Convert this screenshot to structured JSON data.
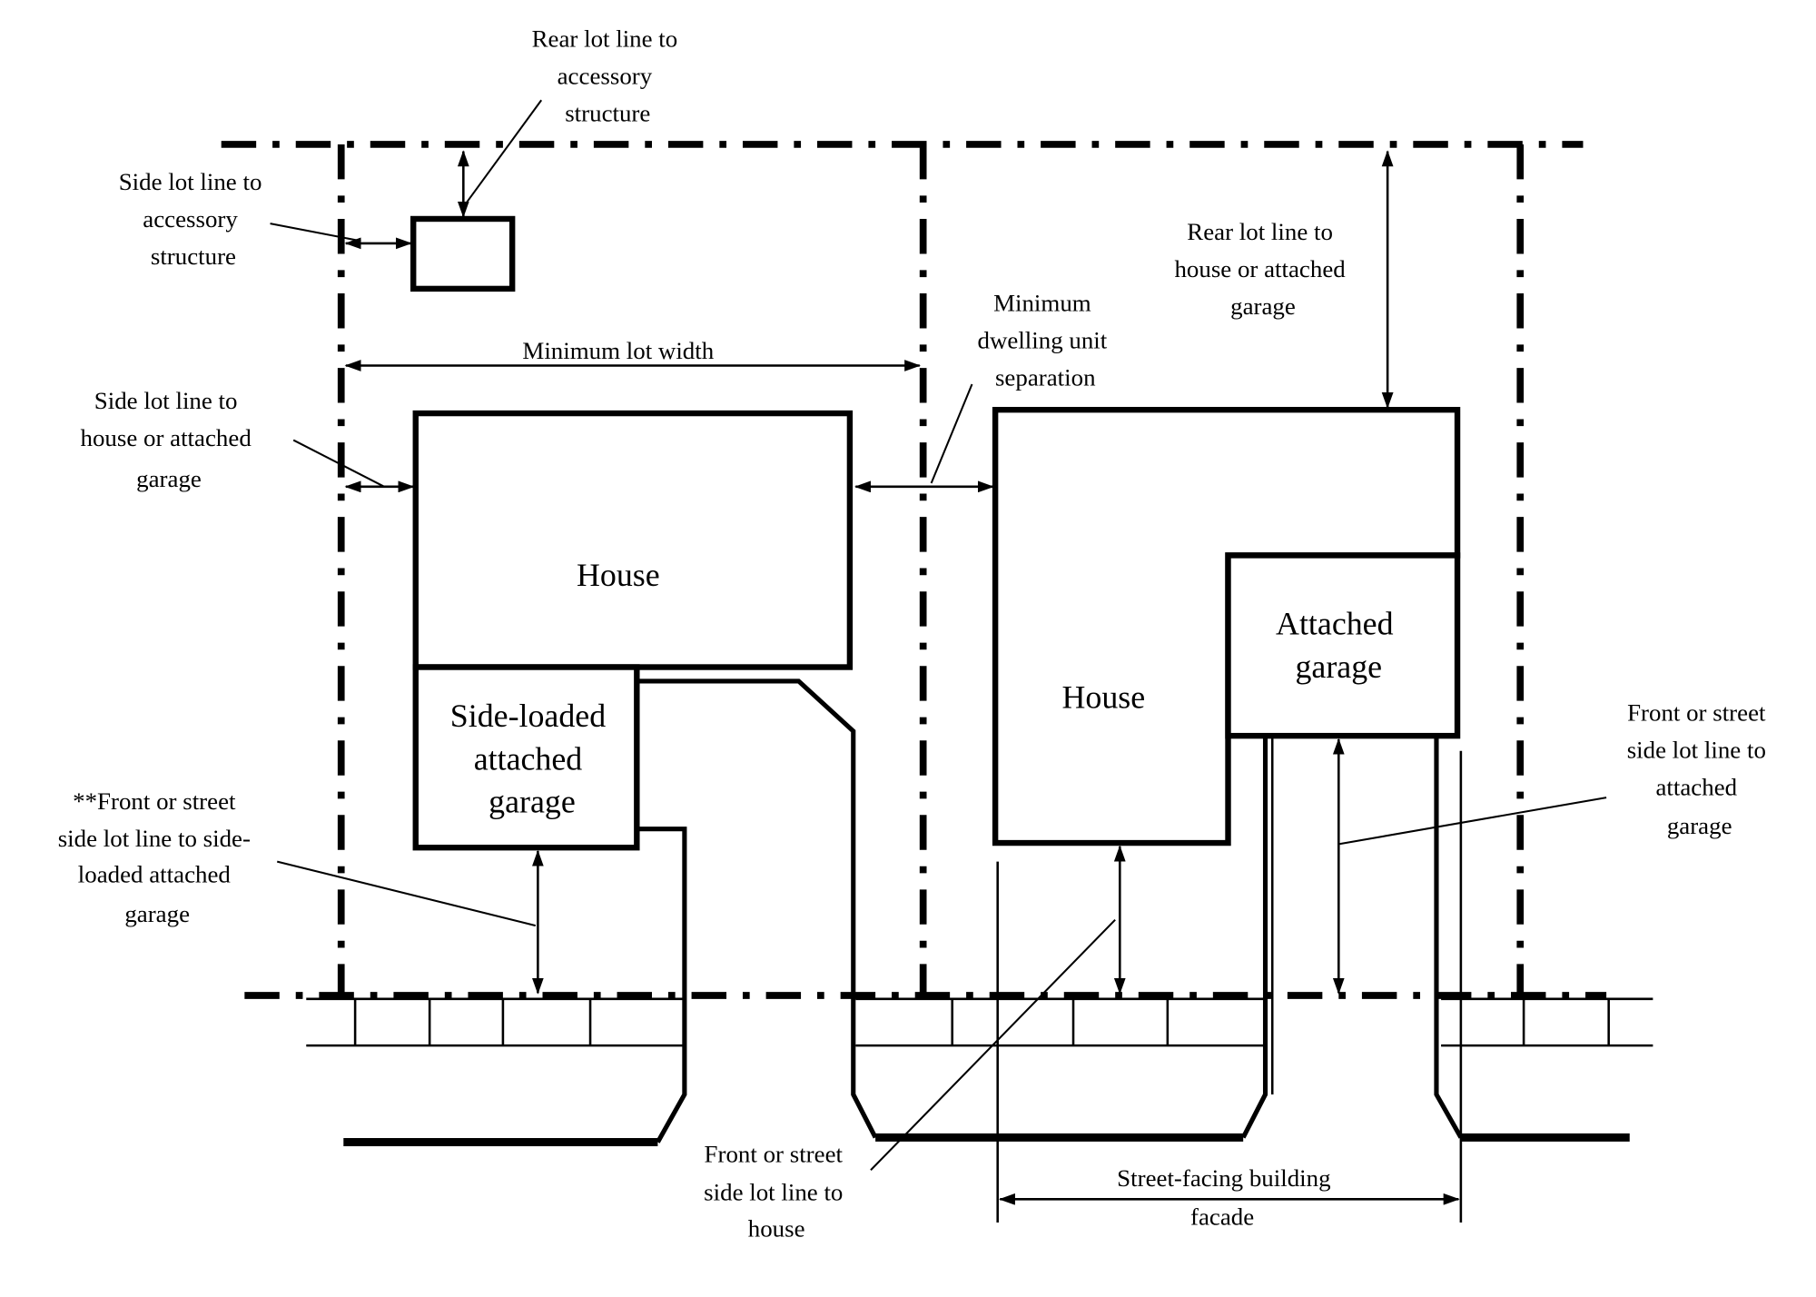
{
  "diagram": {
    "buildings": {
      "accessory_structure": "",
      "house_left": "House",
      "side_loaded_garage": [
        "Side-loaded",
        "attached",
        "garage"
      ],
      "house_right": "House",
      "attached_garage": [
        "Attached",
        "garage"
      ]
    },
    "labels": {
      "rear_lot_line_to_accessory": [
        "Rear lot line to",
        "accessory",
        "structure"
      ],
      "side_lot_line_to_accessory": [
        "Side lot line to",
        "accessory",
        "structure"
      ],
      "minimum_lot_width": "Minimum lot width",
      "side_lot_line_to_house": [
        "Side lot line to",
        "house or attached",
        "garage"
      ],
      "minimum_dwelling_separation": [
        "Minimum",
        "dwelling unit",
        "separation"
      ],
      "rear_lot_line_to_house": [
        "Rear lot line to",
        "house or attached",
        "garage"
      ],
      "front_to_side_loaded_garage": [
        "**Front or street",
        "side lot line to side-",
        "loaded attached",
        "garage"
      ],
      "front_to_house": [
        "Front or street",
        "side lot line to",
        "house"
      ],
      "front_to_attached_garage": [
        "Front or street",
        "side lot line to",
        "attached",
        "garage"
      ],
      "street_facing_facade": [
        "Street-facing building",
        "facade"
      ]
    }
  }
}
